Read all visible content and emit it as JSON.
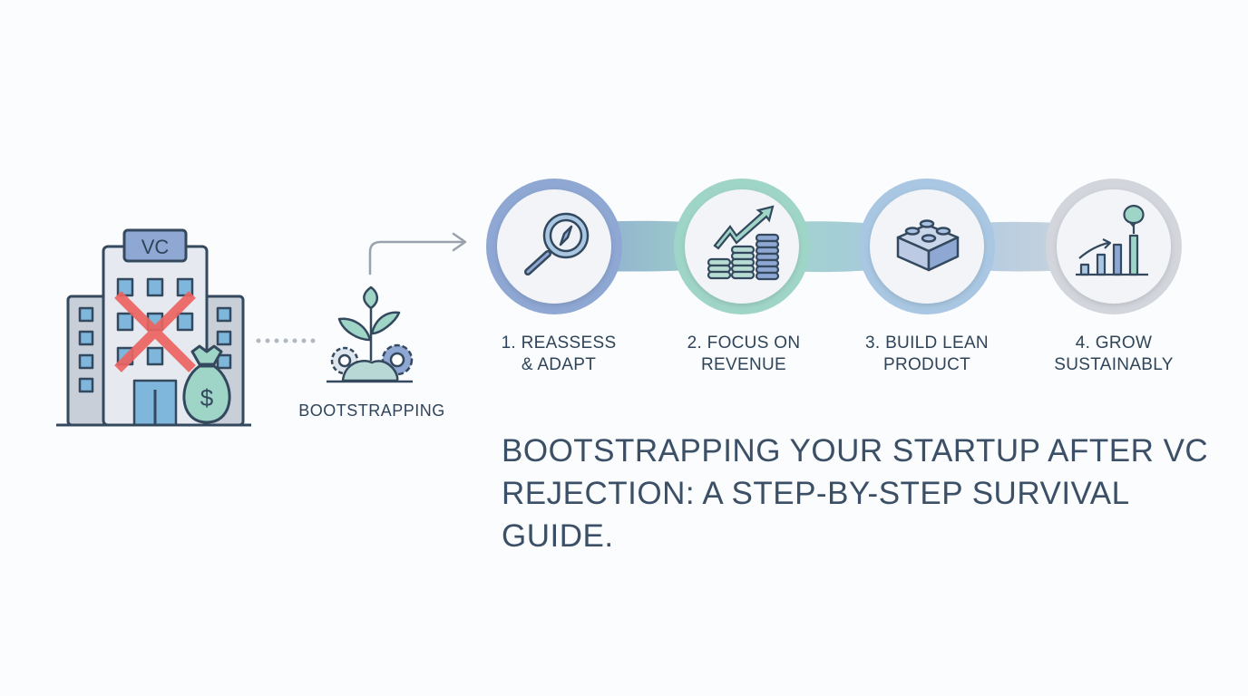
{
  "left": {
    "building_sign": "VC",
    "bootstrapping_label": "BOOTSTRAPPING"
  },
  "steps": [
    {
      "label_line1": "1. REASSESS",
      "label_line2": "& ADAPT",
      "icon": "magnifier-compass-icon",
      "ring_color": "#8ea7d3"
    },
    {
      "label_line1": "2. FOCUS ON",
      "label_line2": "REVENUE",
      "icon": "coins-growth-icon",
      "ring_color": "#9fd5c7"
    },
    {
      "label_line1": "3. BUILD LEAN",
      "label_line2": "PRODUCT",
      "icon": "building-block-icon",
      "ring_color": "#a9c7e2"
    },
    {
      "label_line1": "4. GROW",
      "label_line2": "SUSTAINABLY",
      "icon": "bar-chart-tree-icon",
      "ring_color": "#d2d6dc"
    }
  ],
  "title": "BOOTSTRAPPING YOUR STARTUP AFTER VC REJECTION: A STEP-BY-STEP SURVIVAL GUIDE."
}
